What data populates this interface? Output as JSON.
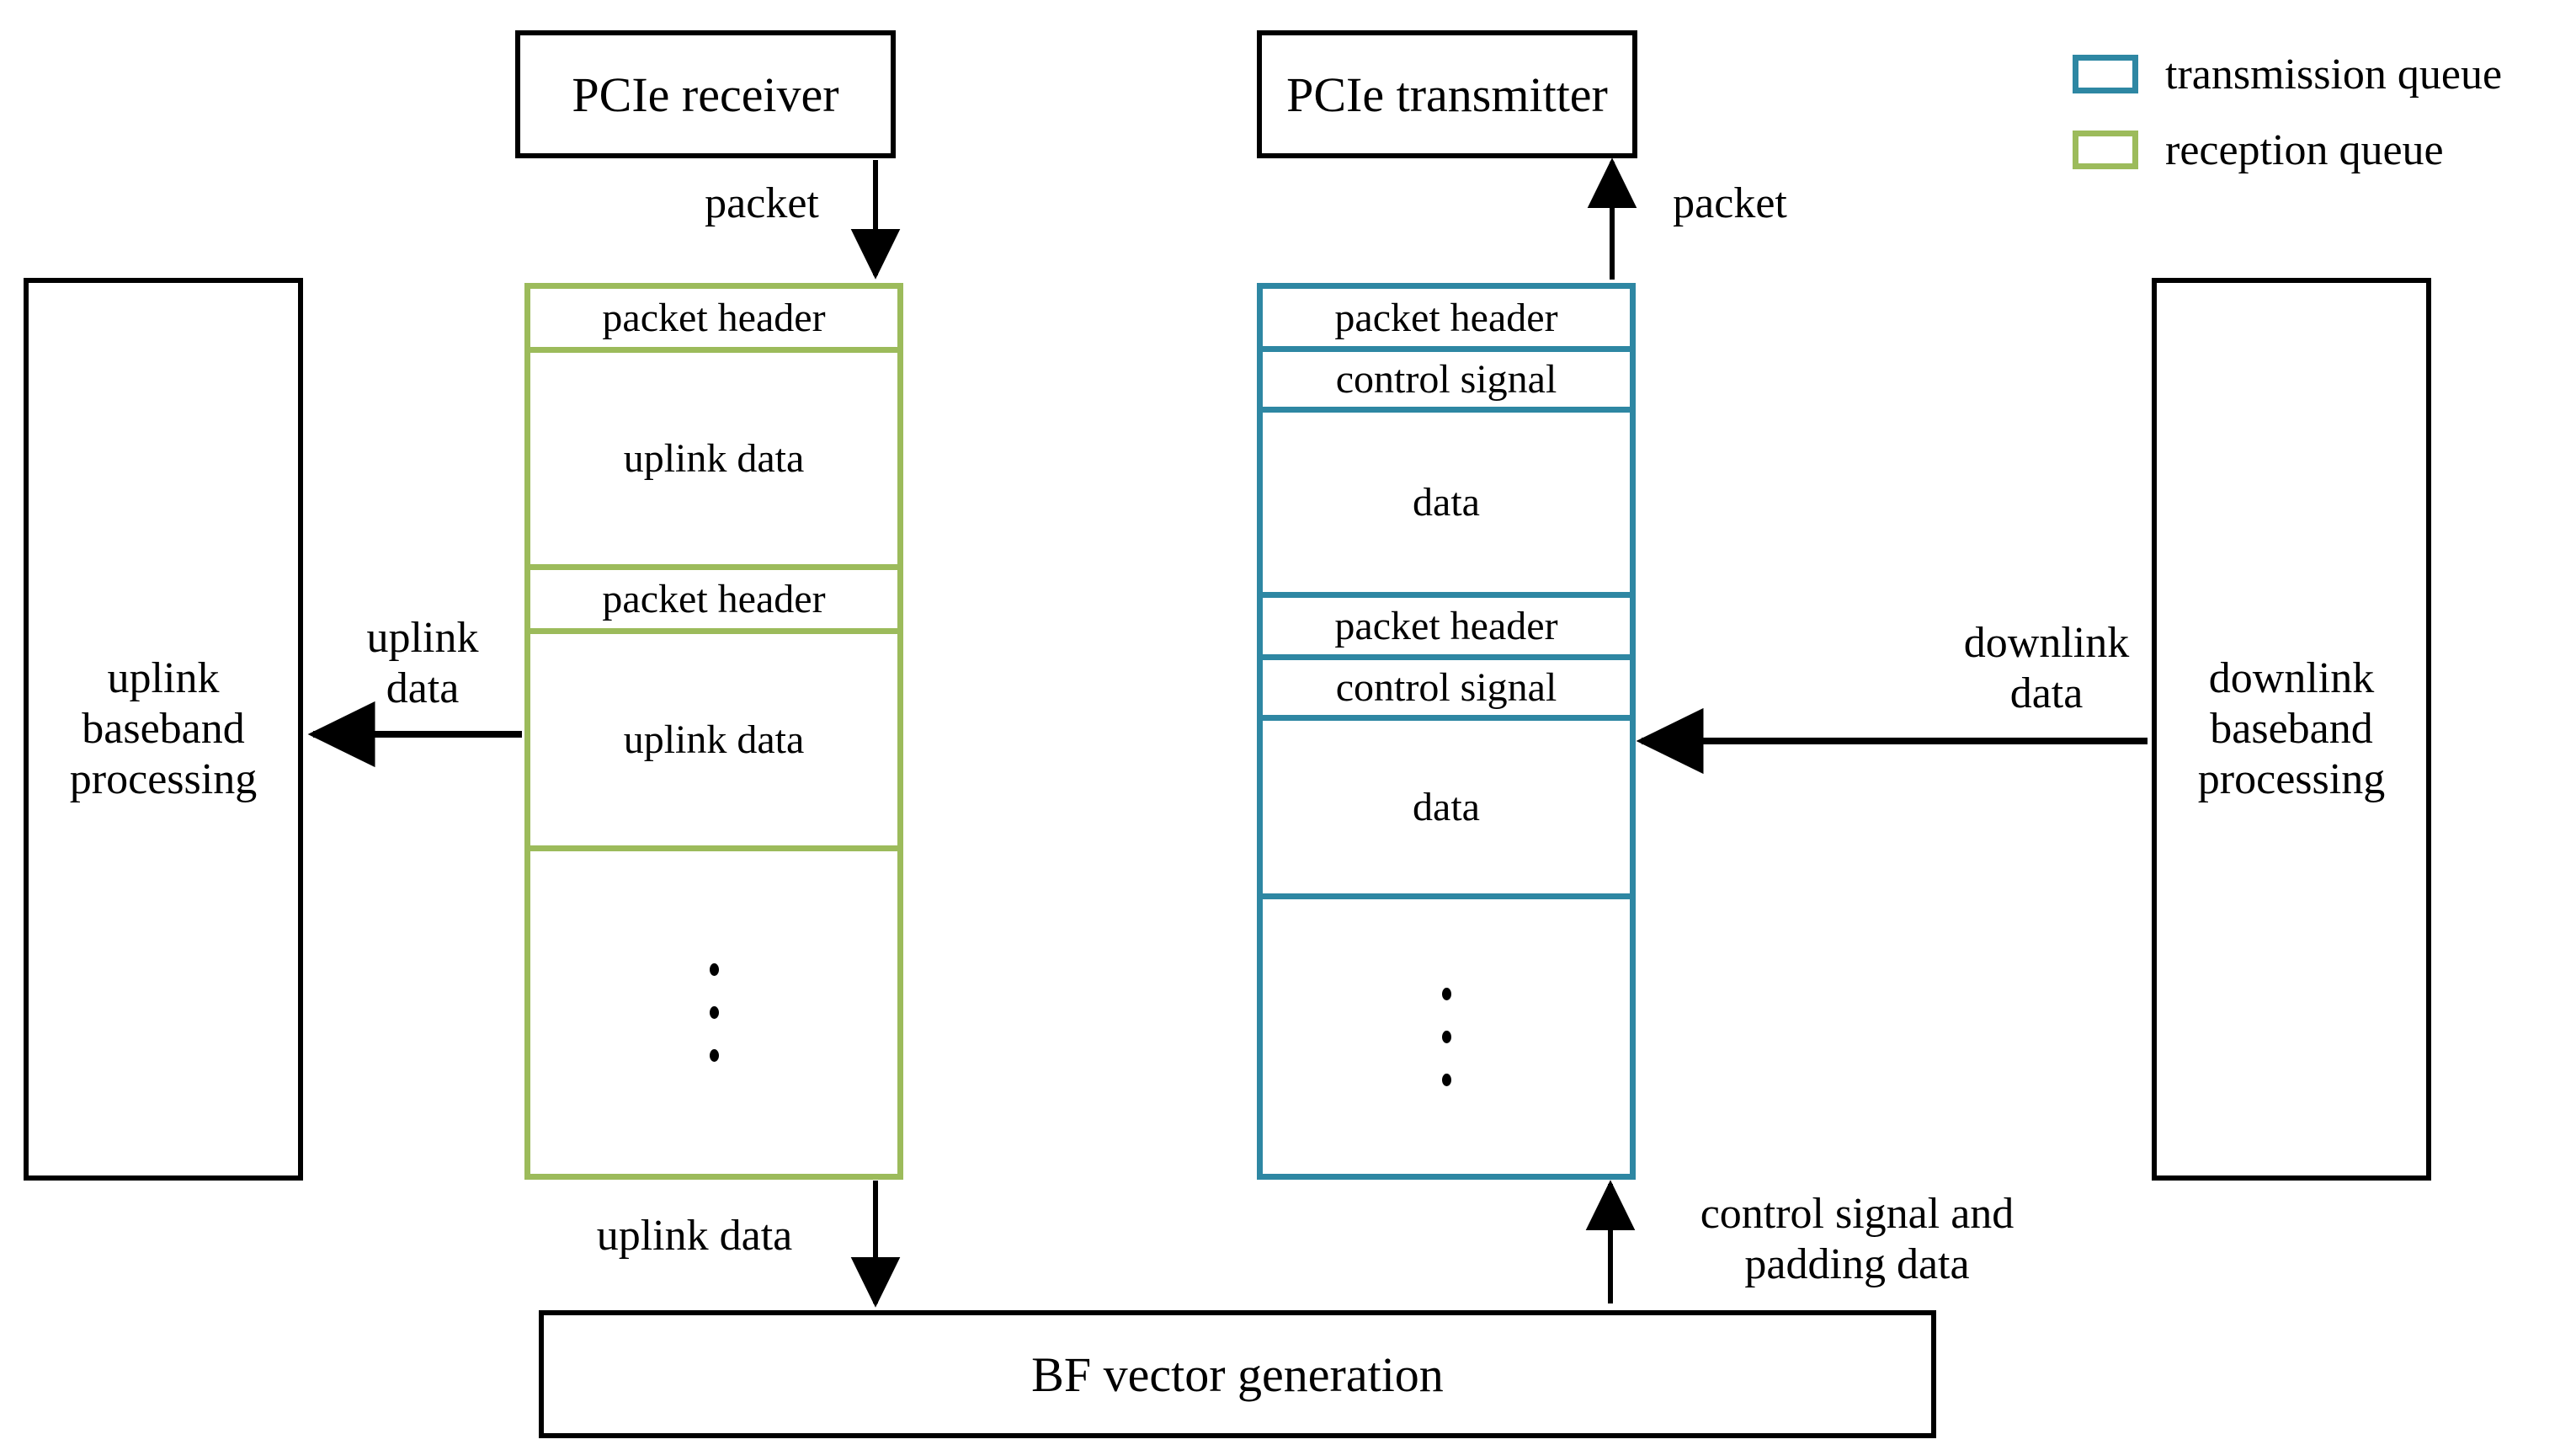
{
  "diagram": {
    "title_nodes": {
      "pcie_receiver": "PCIe receiver",
      "pcie_transmitter": "PCIe transmitter",
      "uplink_baseband": "uplink\nbaseband\nprocessing",
      "downlink_baseband": "downlink\nbaseband\nprocessing",
      "bf_vector": "BF vector generation"
    },
    "legend": {
      "items": [
        {
          "label": "transmission queue",
          "color": "#2E87A3",
          "name": "transmission-queue"
        },
        {
          "label": "reception queue",
          "color": "#9CBB5B",
          "name": "reception-queue"
        }
      ]
    },
    "reception_queue": {
      "color": "#9CBB5B",
      "segments": [
        {
          "label": "packet header",
          "kind": "header"
        },
        {
          "label": "uplink data",
          "kind": "data"
        },
        {
          "label": "packet header",
          "kind": "header"
        },
        {
          "label": "uplink data",
          "kind": "data"
        },
        {
          "label": "",
          "kind": "ellipsis"
        }
      ]
    },
    "transmission_queue": {
      "color": "#2E87A3",
      "segments": [
        {
          "label": "packet header",
          "kind": "header"
        },
        {
          "label": "control signal",
          "kind": "control"
        },
        {
          "label": "data",
          "kind": "data"
        },
        {
          "label": "packet header",
          "kind": "header"
        },
        {
          "label": "control signal",
          "kind": "control"
        },
        {
          "label": "data",
          "kind": "data"
        },
        {
          "label": "",
          "kind": "ellipsis"
        }
      ]
    },
    "edge_labels": {
      "packet_in": "packet",
      "packet_out": "packet",
      "uplink_data_left": "uplink\ndata",
      "downlink_data_right": "downlink\ndata",
      "uplink_data_bottom": "uplink data",
      "control_padding_bottom": "control signal and\npadding data"
    }
  }
}
